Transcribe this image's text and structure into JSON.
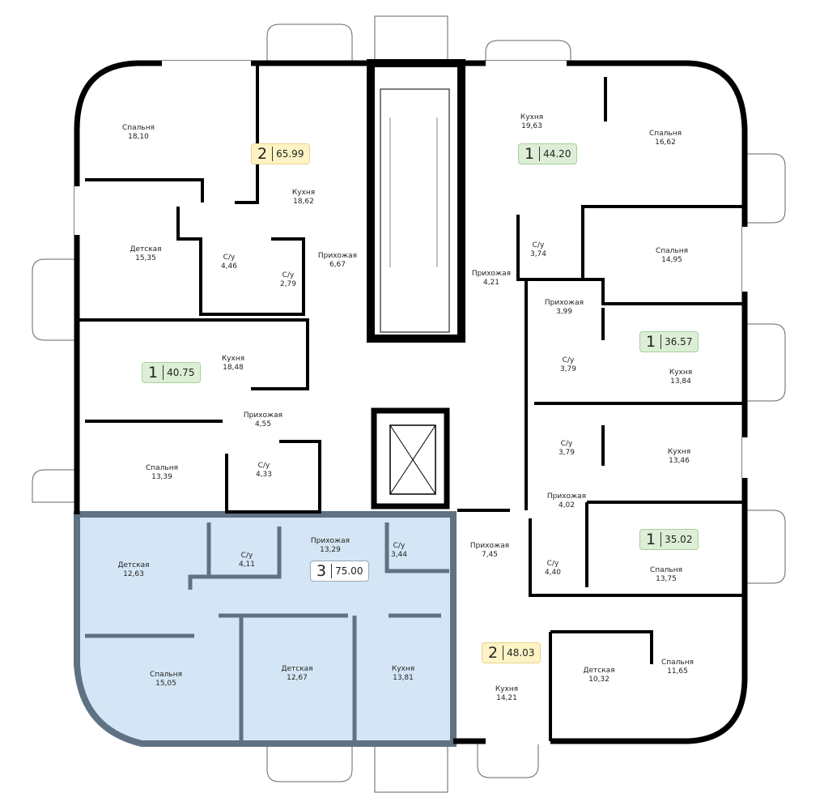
{
  "rooms": [
    {
      "name": "Спальня",
      "area": "18,10"
    },
    {
      "name": "Кухня",
      "area": "18,62"
    },
    {
      "name": "Детская",
      "area": "15,35"
    },
    {
      "name": "С/у",
      "area": "4,46"
    },
    {
      "name": "С/у",
      "area": "2,79"
    },
    {
      "name": "Прихожая",
      "area": "6,67"
    },
    {
      "name": "Кухня",
      "area": "18,48"
    },
    {
      "name": "Прихожая",
      "area": "4,55"
    },
    {
      "name": "Спальня",
      "area": "13,39"
    },
    {
      "name": "С/у",
      "area": "4,33"
    },
    {
      "name": "Детская",
      "area": "12,63"
    },
    {
      "name": "С/у",
      "area": "4,11"
    },
    {
      "name": "Прихожая",
      "area": "13,29"
    },
    {
      "name": "С/у",
      "area": "3,44"
    },
    {
      "name": "Спальня",
      "area": "15,05"
    },
    {
      "name": "Детская",
      "area": "12,67"
    },
    {
      "name": "Кухня",
      "area": "13,81"
    },
    {
      "name": "Кухня",
      "area": "19,63"
    },
    {
      "name": "Спальня",
      "area": "16,62"
    },
    {
      "name": "С/у",
      "area": "3,74"
    },
    {
      "name": "Прихожая",
      "area": "4,21"
    },
    {
      "name": "Спальня",
      "area": "14,95"
    },
    {
      "name": "Прихожая",
      "area": "3,99"
    },
    {
      "name": "С/у",
      "area": "3,79"
    },
    {
      "name": "Кухня",
      "area": "13,84"
    },
    {
      "name": "С/у",
      "area": "3,79"
    },
    {
      "name": "Кухня",
      "area": "13,46"
    },
    {
      "name": "Прихожая",
      "area": "4,02"
    },
    {
      "name": "Прихожая",
      "area": "7,45"
    },
    {
      "name": "Спальня",
      "area": "13,75"
    },
    {
      "name": "С/у",
      "area": "4,40"
    },
    {
      "name": "Детская",
      "area": "10,32"
    },
    {
      "name": "Спальня",
      "area": "11,65"
    },
    {
      "name": "Кухня",
      "area": "14,21"
    }
  ],
  "apartments": [
    {
      "rooms": "2",
      "area": "65.99",
      "status": "yellow"
    },
    {
      "rooms": "1",
      "area": "44.20",
      "status": "green"
    },
    {
      "rooms": "1",
      "area": "40.75",
      "status": "green"
    },
    {
      "rooms": "1",
      "area": "36.57",
      "status": "green"
    },
    {
      "rooms": "1",
      "area": "35.02",
      "status": "green"
    },
    {
      "rooms": "3",
      "area": "75.00",
      "status": "selected"
    },
    {
      "rooms": "2",
      "area": "48.03",
      "status": "yellow"
    }
  ],
  "colors": {
    "wall": "#000000",
    "selected_fill": "#d4e6f5",
    "selected_wall": "#5f7283",
    "green": "#dcefd6",
    "yellow": "#fdf3c4"
  }
}
